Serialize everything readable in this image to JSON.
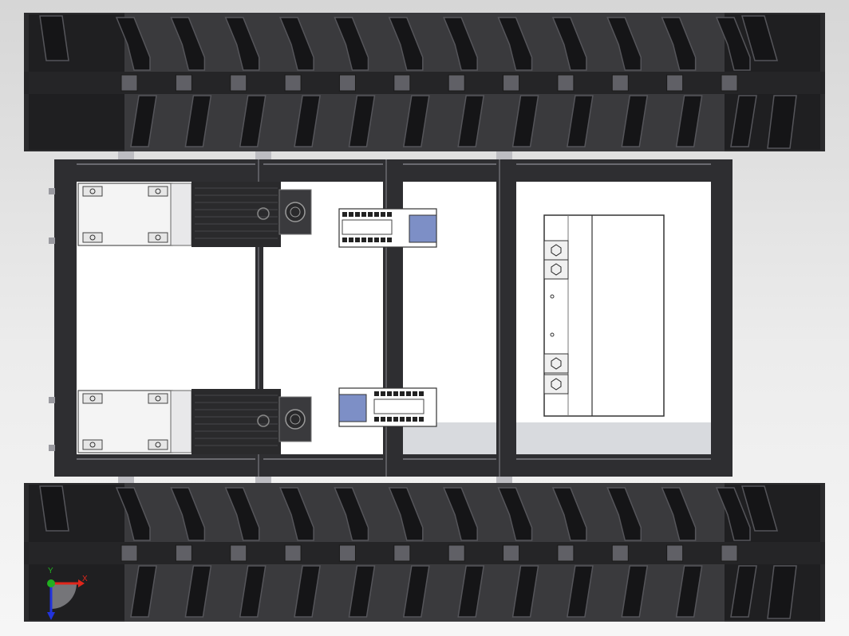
{
  "scene": {
    "view": "top",
    "background_gradient": [
      "#d6d6d6",
      "#ececec",
      "#f6f6f6"
    ],
    "colors": {
      "track_dark": "#2b2b2d",
      "track_mid": "#3a3a3d",
      "track_light": "#55555a",
      "frame": "#2e2e31",
      "frame_highlight": "#6a6a70",
      "panel": "#ffffff",
      "reducer": "#f4f4f4",
      "motor": "#2a2a2c",
      "driver_blue": "#7d8fc6",
      "x_axis": "#e0261b",
      "y_axis": "#20b020",
      "z_axis": "#2233dd"
    }
  },
  "tracks": [
    {
      "name": "left-track",
      "grousers": 11
    },
    {
      "name": "right-track",
      "grousers": 11
    }
  ],
  "components": {
    "drive_motors": 2,
    "reducers": 2,
    "motor_drivers": 2,
    "battery_pack": 1
  },
  "triad": {
    "x_label": "X",
    "y_label": "Y"
  }
}
